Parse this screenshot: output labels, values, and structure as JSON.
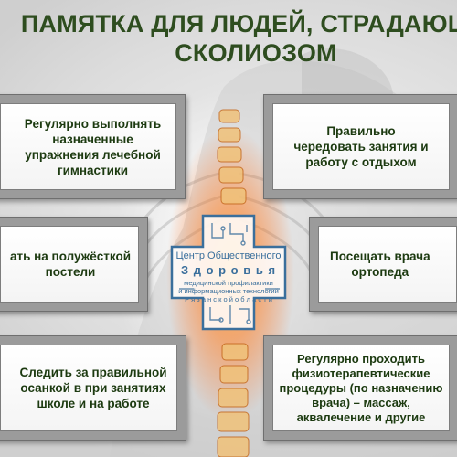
{
  "title": {
    "line1": "ПАМЯТКА ДЛЯ ЛЮДЕЙ, СТРАДАЮЩИ",
    "line2": "СКОЛИОЗОМ"
  },
  "tips": [
    "Регулярно выполнять\nназначенные\nупражнения лечебной\nгимнастики",
    "Правильно\nчередовать занятия и\nработу с отдыхом",
    "ать на полужёсткой\nпостели",
    "Посещать врача\nортопеда",
    "Следить за правильной\nосанкой в при занятиях\nшколе и на работе",
    "Регулярно проходить\nфизиотерапевтические\nпроцедуры (по назначению\nврача) – массаж,\nаквалечение и другие"
  ],
  "logo": {
    "line1": "Центр Общественного",
    "line2": "З д о р о в ь я",
    "line3": "медицинской профилактики",
    "line4": "и информационных технологий",
    "line5": "Р я з а н с к о й   о б л а с т и"
  },
  "colors": {
    "title": "#2e4d1f",
    "tip_text": "#1c3a10",
    "logo_accent": "#3a6f9c",
    "frame": "#9b9b9b",
    "spine_glow": "#ff7a1a"
  }
}
